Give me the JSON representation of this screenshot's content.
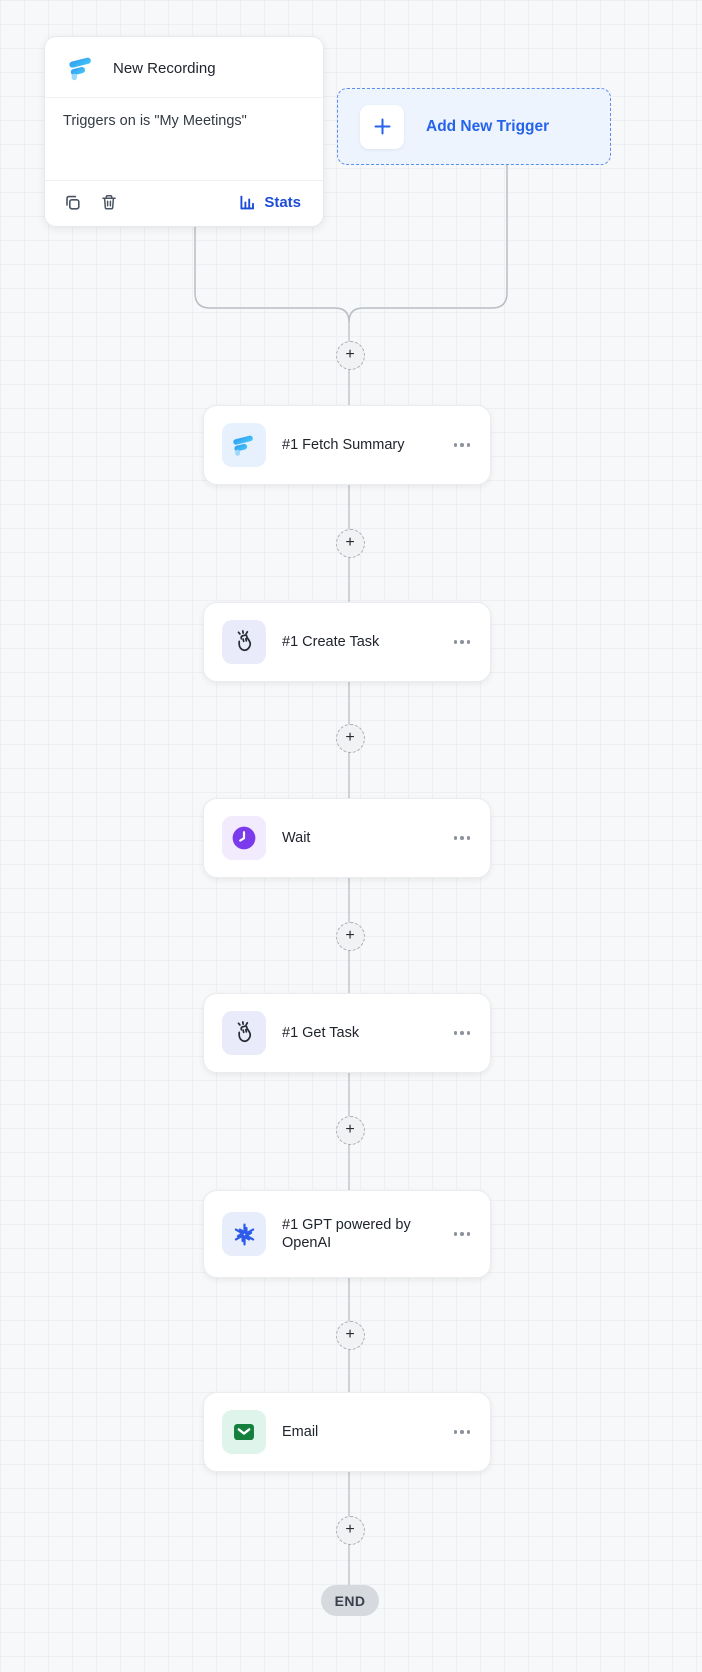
{
  "trigger_card": {
    "title": "New Recording",
    "condition": "Triggers on is \"My Meetings\"",
    "stats_label": "Stats"
  },
  "add_trigger": {
    "label": "Add New Trigger"
  },
  "plus_label": "+",
  "nodes": [
    {
      "label": "#1 Fetch Summary",
      "icon": "fireflies",
      "icon_bg": "#e7f1fd"
    },
    {
      "label": "#1 Create Task",
      "icon": "task-hand",
      "icon_bg": "#e9ebfa"
    },
    {
      "label": "Wait",
      "icon": "wait-clock",
      "icon_bg": "#f2ebfd"
    },
    {
      "label": "#1 Get Task",
      "icon": "task-hand",
      "icon_bg": "#e9ebfa"
    },
    {
      "label": "#1 GPT powered by OpenAI",
      "icon": "openai",
      "icon_bg": "#e8edfb"
    },
    {
      "label": "Email",
      "icon": "email",
      "icon_bg": "#dff4ea"
    }
  ],
  "end_label": "END",
  "colors": {
    "accent_blue": "#2563eb",
    "stats_blue": "#1d4ed8",
    "wait_purple": "#7c3aed",
    "email_green": "#15803d",
    "openai_blue": "#2e5be8",
    "fireflies_blue": "#2f9df3"
  }
}
